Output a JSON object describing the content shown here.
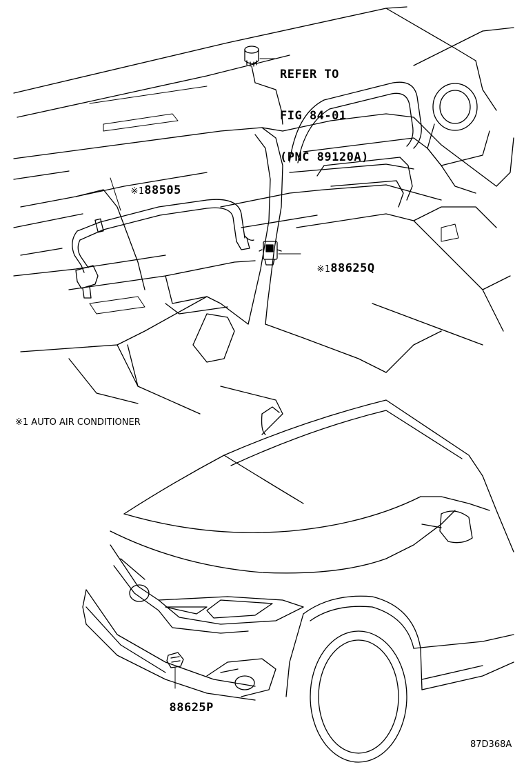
{
  "refer_note": {
    "line1": "REFER TO",
    "line2": "FIG 84-01",
    "line3": "(PNC 89120A)"
  },
  "parts": [
    {
      "mark": "※1",
      "number": "88505"
    },
    {
      "mark": "※1",
      "number": "88625Q"
    },
    {
      "mark": "",
      "number": "88625P"
    }
  ],
  "footnote": "※1 AUTO AIR CONDITIONER",
  "figure_code": "87D368A"
}
